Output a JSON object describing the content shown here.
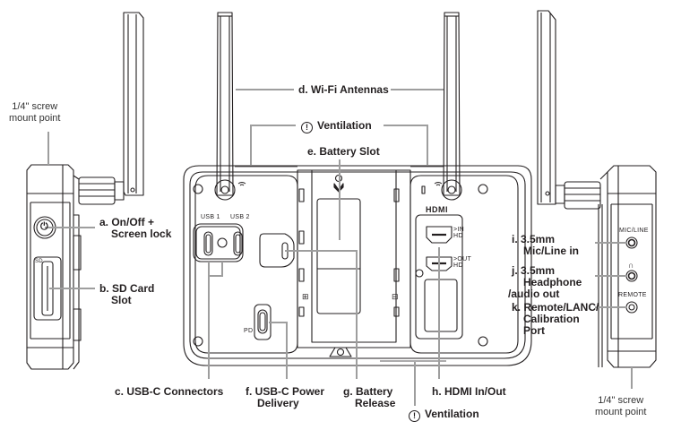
{
  "title": "Monitor connectivity diagram",
  "colors": {
    "line": "#231f20",
    "leader": "#9e9e9e",
    "background": "#ffffff"
  },
  "labels": {
    "screw_mount_left": [
      "1/4\" screw",
      "mount point"
    ],
    "screw_mount_right": [
      "1/4\" screw",
      "mount point"
    ],
    "a": [
      "a. On/Off +",
      "Screen lock"
    ],
    "b": [
      "b. SD Card",
      "Slot"
    ],
    "c": [
      "c. USB-C Connectors"
    ],
    "d": [
      "d. Wi-Fi Antennas"
    ],
    "e": [
      "e. Battery Slot"
    ],
    "f": [
      "f.  USB-C Power",
      "Delivery"
    ],
    "g": [
      "g. Battery",
      "Release"
    ],
    "h": [
      "h. HDMI In/Out"
    ],
    "i": [
      "i. 3.5mm",
      "Mic/Line in"
    ],
    "j": [
      "j. 3.5mm",
      "Headphone",
      "/audio out"
    ],
    "k": [
      "k. Remote/LANC/",
      "Calibration",
      "Port"
    ],
    "ventilation_top": "Ventilation",
    "ventilation_bottom": "Ventilation",
    "warning_glyph": "!"
  },
  "device_markings": {
    "usb1": "USB 1",
    "usb2": "USB 2",
    "pd": "PD",
    "sd": "SD",
    "hdmi_logo": "HDMI",
    "hdmi_in": [
      ">IN",
      "HD"
    ],
    "hdmi_out": [
      ">OUT",
      "HD"
    ],
    "mic_line": "MIC/LINE",
    "headphone_glyph": "∩",
    "remote": "REMOTE",
    "power_glyph": "⏻",
    "plus_glyph": "⊞",
    "minus_glyph": "⊟"
  }
}
